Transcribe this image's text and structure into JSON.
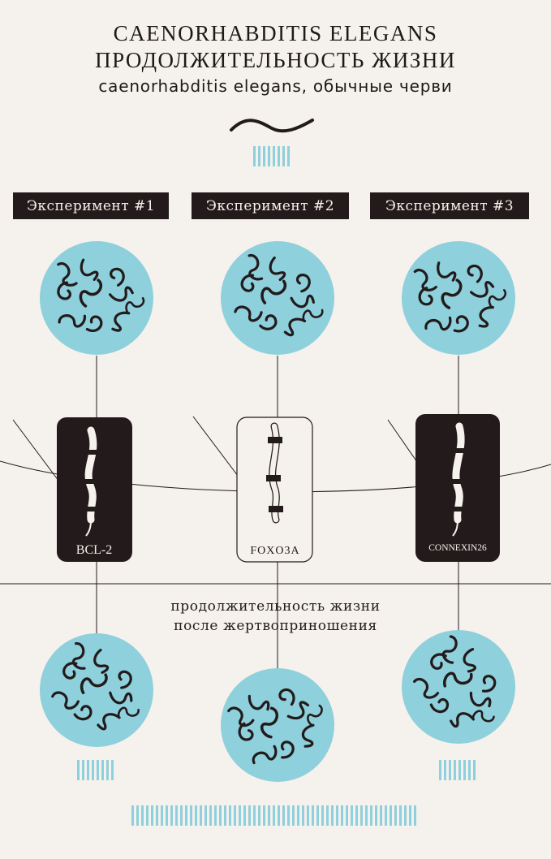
{
  "title": {
    "line1": "CAENORHABDITIS ELEGANS",
    "line2": "ПРОДОЛЖИТЕЛЬНОСТЬ ЖИЗНИ",
    "line3": "caenorhabditis elegans, обычные черви"
  },
  "experiments": [
    {
      "label": "Эксперимент #1",
      "gene": "BCL-2",
      "card_style": "dark"
    },
    {
      "label": "Эксперимент #2",
      "gene": "FOXO3A",
      "card_style": "light"
    },
    {
      "label": "Эксперимент #3",
      "gene": "CONNEXIN26",
      "card_style": "dark"
    }
  ],
  "middle_text": {
    "line1": "продолжительность жизни",
    "line2": "после жертвоприношения"
  },
  "colors": {
    "background": "#f5f1ed",
    "dish": "#8ed0dc",
    "ink": "#231b1b",
    "bar": "#8ed0dc"
  },
  "icons": [
    "wavy-line-icon",
    "dish-icon",
    "worm-icon",
    "barcode-icon"
  ]
}
